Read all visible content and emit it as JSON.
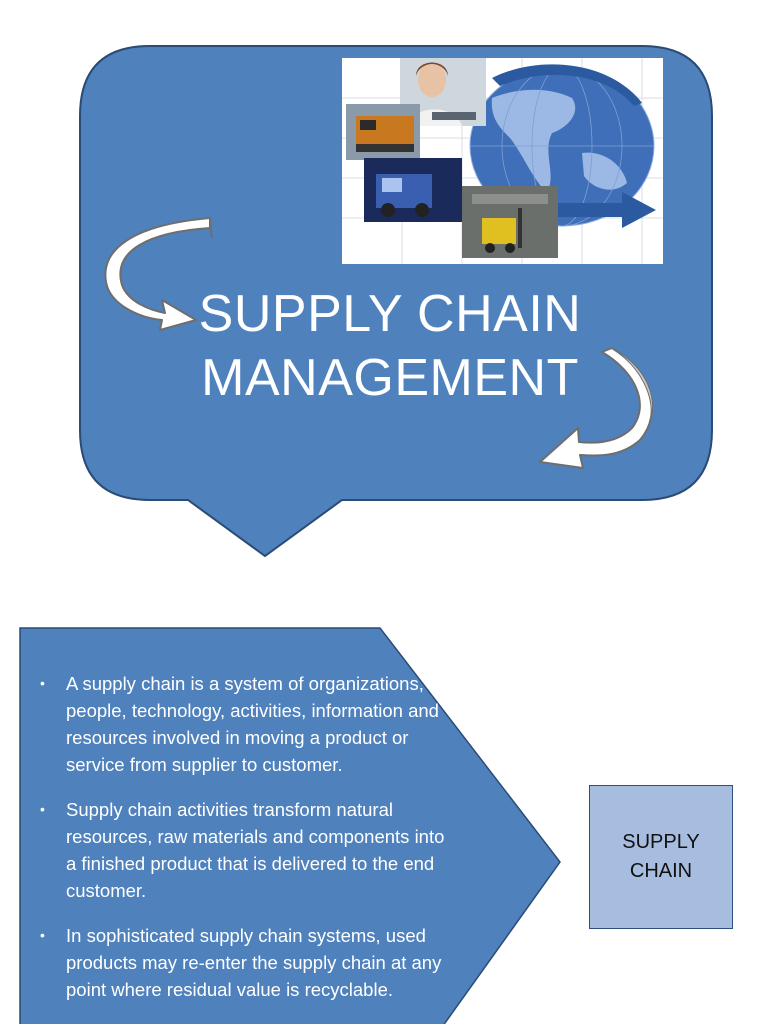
{
  "title": {
    "line1": "SUPPLY CHAIN",
    "line2": "MANAGEMENT"
  },
  "bullets": [
    "A supply chain is a system of organizations, people, technology, activities, information and resources involved in moving a product or service from supplier to customer.",
    "Supply chain activities transform natural resources, raw materials and components into a finished product that is delivered to the end customer.",
    "In sophisticated supply chain systems, used products may re-enter the supply chain at any point where residual value is recyclable."
  ],
  "box": {
    "line1": "SUPPLY",
    "line2": "CHAIN"
  },
  "colors": {
    "callout_fill": "#4f81bd",
    "callout_stroke": "#2a4b75",
    "box_fill": "#a6bde0",
    "arrow_fill": "#ffffff",
    "arrow_stroke": "#888888"
  },
  "icons": {
    "top_left_arrow": "curved-arrow-icon",
    "bottom_right_arrow": "curved-arrow-icon",
    "collage": "logistics-collage"
  }
}
